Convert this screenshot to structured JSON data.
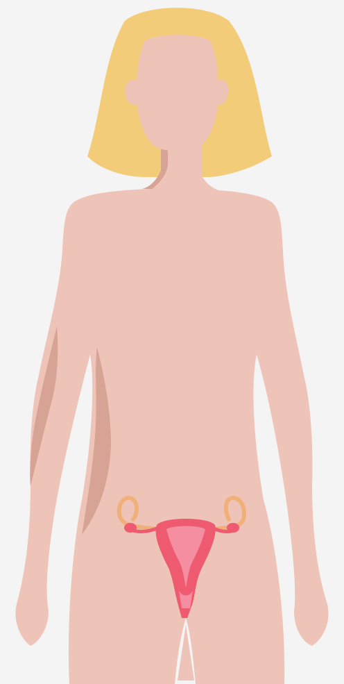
{
  "figure": {
    "colors": {
      "background": "#f4f4f4",
      "hair": "#f2cc78",
      "skin": "#efc4b8",
      "skin_shadow": "#d6a394",
      "uterus": "#ee5a6f",
      "uterus_inner": "#f58ea0",
      "fallopian_tube": "#f0b07a"
    },
    "parts": [
      "hair",
      "head",
      "neck",
      "torso",
      "left-arm",
      "right-arm",
      "legs",
      "uterus",
      "fallopian-tubes",
      "ovaries"
    ]
  }
}
